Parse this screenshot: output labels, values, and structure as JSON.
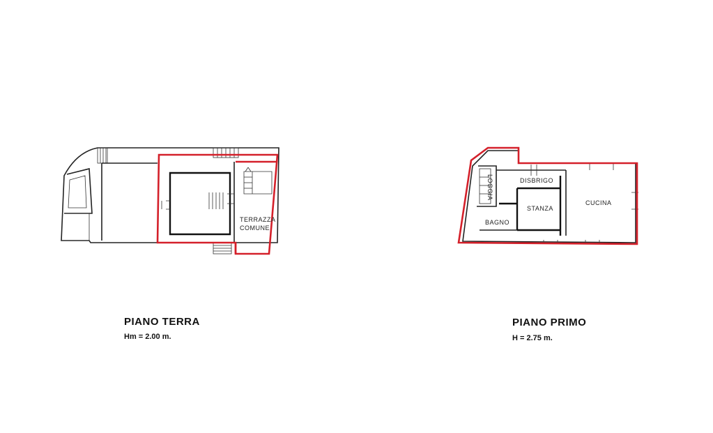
{
  "plans": [
    {
      "title": "PIANO TERRA",
      "height": "Hm = 2.00 m.",
      "rooms": [
        "TERRAZZA",
        "COMUNE"
      ]
    },
    {
      "title": "PIANO PRIMO",
      "height": "H = 2.75 m.",
      "rooms": [
        "DISBRIGO",
        "STANZA",
        "CUCINA",
        "BAGNO",
        "LOGGIA"
      ]
    }
  ],
  "colors": {
    "boundary": "#d4202a",
    "walls": "#222222"
  }
}
